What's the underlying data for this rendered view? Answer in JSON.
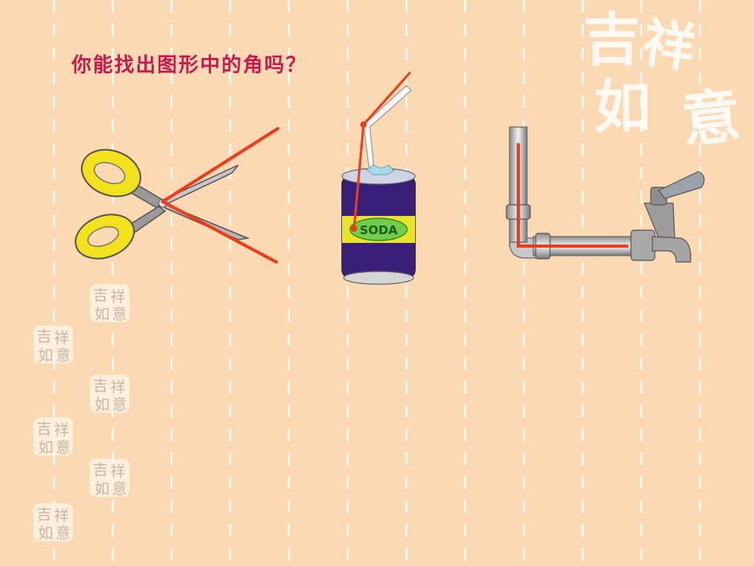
{
  "slide": {
    "question": "你能找出图形中的角吗？",
    "colors": {
      "background": "#fbd9b3",
      "dash": "#ffffff",
      "title": "#c8194f",
      "angle_line": "#ee3d1c",
      "scissor_handle": "#f2e21c",
      "can_body": "#3a1f7a",
      "can_band": "#e9e32a"
    },
    "illustrations": [
      {
        "name": "scissors",
        "icon": "scissors-icon"
      },
      {
        "name": "soda can with straw",
        "icon": "soda-can-icon",
        "label": "SODA"
      },
      {
        "name": "water pipe with faucet",
        "icon": "faucet-icon"
      }
    ],
    "decoration": {
      "seal_text": "吉祥如意",
      "seal_icon": "seal-stamp-icon"
    }
  }
}
